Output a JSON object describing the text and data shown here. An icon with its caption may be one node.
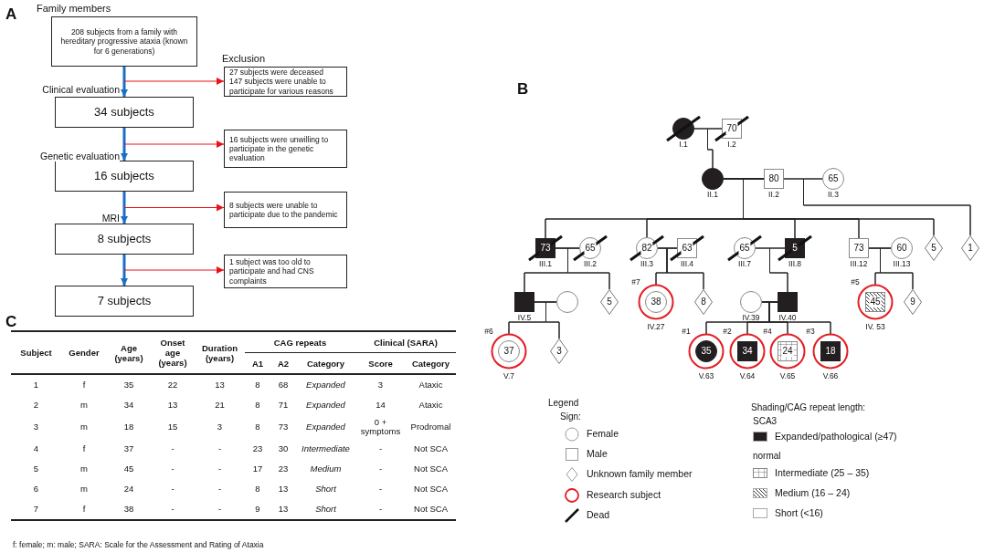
{
  "diagram": {
    "nodes": [
      {
        "text": [
          "Family members",
          "208 subjects from a family with hereditary progressive ataxia (known for 6 generations)"
        ]
      },
      {
        "text": [
          "34 subjects"
        ]
      },
      {
        "text": [
          "16 subjects"
        ]
      },
      {
        "text": [
          "8 subjects"
        ]
      },
      {
        "text": [
          "7 subjects"
        ]
      },
      {
        "text": [
          "Exclusion",
          "27 subjects were deceased",
          "147 subjects were unable to participate for various reasons"
        ]
      },
      {
        "text": [
          "16 subjects were unwilling to participate in the genetic evaluation"
        ]
      },
      {
        "text": [
          "8 subjects were unable to participate due to the pandemic"
        ]
      },
      {
        "text": [
          "1 subject was too old to participate and had CNS complaints"
        ]
      },
      {
        "text": [],
        "shape": "circle",
        "beside": [
          "I.1"
        ]
      },
      {
        "text": [
          "70"
        ],
        "beside": [
          "I.2"
        ]
      },
      {
        "text": [],
        "shape": "circle",
        "beside": [
          "II.1"
        ]
      },
      {
        "text": [
          "80"
        ],
        "beside": [
          "II.2"
        ]
      },
      {
        "text": [
          "65"
        ],
        "beside": [
          "II.3"
        ]
      },
      {
        "text": [
          "73"
        ],
        "beside": [
          "III.1"
        ]
      },
      {
        "text": [
          "65"
        ],
        "beside": [
          "III.2"
        ]
      },
      {
        "text": [
          "82"
        ],
        "beside": [
          "III.3"
        ]
      },
      {
        "text": [
          "63"
        ],
        "beside": [
          "III.4"
        ]
      },
      {
        "text": [
          "65"
        ],
        "beside": [
          "III.7"
        ]
      },
      {
        "text": [
          "5"
        ],
        "beside": [
          "III.8"
        ]
      },
      {
        "text": [
          "73"
        ],
        "beside": [
          "III.12"
        ]
      },
      {
        "text": [
          "60"
        ],
        "beside": [
          "III.13"
        ]
      },
      {
        "text": [
          "5"
        ]
      },
      {
        "text": [
          "1"
        ]
      },
      {
        "text": [],
        "shape": "box",
        "beside": [
          "IV.5"
        ]
      },
      {
        "text": [],
        "shape": "circle"
      },
      {
        "text": [
          "5"
        ]
      },
      {
        "text": [
          "38"
        ],
        "beside": [
          "#7",
          "IV.27"
        ]
      },
      {
        "text": [
          "8"
        ]
      },
      {
        "text": [],
        "shape": "circle",
        "beside": [
          "IV.39"
        ]
      },
      {
        "text": [],
        "shape": "box",
        "beside": [
          "IV.40"
        ]
      },
      {
        "text": [
          "45"
        ],
        "beside": [
          "#5",
          "IV. 53"
        ]
      },
      {
        "text": [
          "9"
        ]
      },
      {
        "text": [
          "37"
        ],
        "beside": [
          "#6",
          "V.7"
        ]
      },
      {
        "text": [
          "3"
        ]
      },
      {
        "text": [
          "35"
        ],
        "beside": [
          "#1",
          "V.63"
        ]
      },
      {
        "text": [
          "34"
        ],
        "beside": [
          "#2",
          "V.64"
        ]
      },
      {
        "text": [
          "24"
        ],
        "beside": [
          "#4",
          "V.65"
        ]
      },
      {
        "text": [
          "18"
        ],
        "beside": [
          "#3",
          "V.66"
        ]
      }
    ],
    "edges": [
      {
        "from": 0,
        "to": 1,
        "arrow": "to",
        "label": "Clinical evaluation",
        "style": "thick",
        "color": "#1a6fc4"
      },
      {
        "from": 1,
        "to": 2,
        "arrow": "to",
        "label": "Genetic evaluation",
        "style": "thick",
        "color": "#1a6fc4"
      },
      {
        "from": 2,
        "to": 3,
        "arrow": "to",
        "label": "MRI",
        "style": "thick",
        "color": "#1a6fc4"
      },
      {
        "from": 3,
        "to": 4,
        "arrow": "to",
        "style": "thick",
        "color": "#1a6fc4"
      },
      {
        "from": null,
        "to": 5,
        "arrow": "to",
        "color": "#e8141b"
      },
      {
        "from": null,
        "to": 6,
        "arrow": "to",
        "color": "#e8141b"
      },
      {
        "from": null,
        "to": 7,
        "arrow": "to",
        "color": "#e8141b"
      },
      {
        "from": null,
        "to": 8,
        "arrow": "to",
        "color": "#e8141b"
      },
      {
        "from": 9,
        "to": 10,
        "arrow": "none"
      },
      {
        "from": 9,
        "to": 11,
        "arrow": "none"
      },
      {
        "from": 10,
        "to": 11,
        "arrow": "none"
      },
      {
        "from": 11,
        "to": 12,
        "arrow": "none"
      },
      {
        "from": 12,
        "to": 13,
        "arrow": "none"
      },
      {
        "from": 11,
        "to": 14,
        "arrow": "none"
      },
      {
        "from": 12,
        "to": 14,
        "arrow": "none"
      },
      {
        "from": 11,
        "to": 16,
        "arrow": "none"
      },
      {
        "from": 12,
        "to": 16,
        "arrow": "none"
      },
      {
        "from": 11,
        "to": 19,
        "arrow": "none"
      },
      {
        "from": 12,
        "to": 19,
        "arrow": "none"
      },
      {
        "from": 11,
        "to": 20,
        "arrow": "none"
      },
      {
        "from": 12,
        "to": 20,
        "arrow": "none"
      },
      {
        "from": 11,
        "to": 22,
        "arrow": "none"
      },
      {
        "from": 12,
        "to": 22,
        "arrow": "none"
      },
      {
        "from": 12,
        "to": 23,
        "arrow": "none"
      },
      {
        "from": 13,
        "to": 23,
        "arrow": "none"
      },
      {
        "from": 14,
        "to": 15,
        "arrow": "none"
      },
      {
        "from": 16,
        "to": 17,
        "arrow": "none"
      },
      {
        "from": 18,
        "to": 19,
        "arrow": "none"
      },
      {
        "from": 20,
        "to": 21,
        "arrow": "none"
      },
      {
        "from": 14,
        "to": 24,
        "arrow": "none"
      },
      {
        "from": 15,
        "to": 24,
        "arrow": "none"
      },
      {
        "from": 14,
        "to": 26,
        "arrow": "none"
      },
      {
        "from": 15,
        "to": 26,
        "arrow": "none"
      },
      {
        "from": 16,
        "to": 27,
        "arrow": "none"
      },
      {
        "from": 17,
        "to": 27,
        "arrow": "none"
      },
      {
        "from": 16,
        "to": 28,
        "arrow": "none"
      },
      {
        "from": 17,
        "to": 28,
        "arrow": "none"
      },
      {
        "from": 18,
        "to": 30,
        "arrow": "none"
      },
      {
        "from": 19,
        "to": 30,
        "arrow": "none"
      },
      {
        "from": 20,
        "to": 31,
        "arrow": "none"
      },
      {
        "from": 21,
        "to": 31,
        "arrow": "none"
      },
      {
        "from": 20,
        "to": 32,
        "arrow": "none"
      },
      {
        "from": 21,
        "to": 32,
        "arrow": "none"
      },
      {
        "from": 24,
        "to": 25,
        "arrow": "none"
      },
      {
        "from": 29,
        "to": 30,
        "arrow": "none"
      },
      {
        "from": 24,
        "to": 33,
        "arrow": "none"
      },
      {
        "from": 25,
        "to": 33,
        "arrow": "none"
      },
      {
        "from": 24,
        "to": 34,
        "arrow": "none"
      },
      {
        "from": 25,
        "to": 34,
        "arrow": "none"
      },
      {
        "from": 29,
        "to": 35,
        "arrow": "none"
      },
      {
        "from": 30,
        "to": 35,
        "arrow": "none"
      },
      {
        "from": 29,
        "to": 36,
        "arrow": "none"
      },
      {
        "from": 30,
        "to": 36,
        "arrow": "none"
      },
      {
        "from": 29,
        "to": 37,
        "arrow": "none"
      },
      {
        "from": 30,
        "to": 37,
        "arrow": "none"
      },
      {
        "from": 29,
        "to": 38,
        "arrow": "none"
      },
      {
        "from": 30,
        "to": 38,
        "arrow": "none"
      }
    ],
    "labels": [
      "A",
      "B",
      "C",
      "Subject",
      "Gender",
      "Age (years)",
      "Onset age (years)",
      "Duration (years)",
      "CAG repeats",
      "Clinical (SARA)",
      "A1",
      "A2",
      "Category",
      "Score",
      "Category",
      "1",
      "f",
      "35",
      "22",
      "13",
      "8",
      "68",
      "Expanded",
      "3",
      "Ataxic",
      "2",
      "m",
      "34",
      "13",
      "21",
      "8",
      "71",
      "Expanded",
      "14",
      "Ataxic",
      "3",
      "m",
      "18",
      "15",
      "3",
      "8",
      "73",
      "Expanded",
      "0 + symptoms",
      "Prodromal",
      "4",
      "f",
      "37",
      "-",
      "-",
      "23",
      "30",
      "Intermediate",
      "-",
      "Not SCA",
      "5",
      "m",
      "45",
      "-",
      "-",
      "17",
      "23",
      "Medium",
      "-",
      "Not SCA",
      "6",
      "m",
      "24",
      "-",
      "-",
      "8",
      "13",
      "Short",
      "-",
      "Not SCA",
      "7",
      "f",
      "38",
      "-",
      "-",
      "9",
      "13",
      "Short",
      "-",
      "Not SCA",
      "f: female; m: male; SARA: Scale for the Assessment and Rating of Ataxia",
      "Legend",
      "Sign:",
      "Shading/CAG repeat length:",
      "SCA3",
      "normal"
    ],
    "legend": [
      {
        "text": "Female"
      },
      {
        "text": "Male"
      },
      {
        "text": "Unknown family member"
      },
      {
        "text": "Research subject"
      },
      {
        "text": "Dead"
      },
      {
        "text": "Expanded/pathological (≥47)",
        "color": "#231f20"
      },
      {
        "text": "Intermediate (25 – 35)"
      },
      {
        "text": "Medium (16 – 24)"
      },
      {
        "text": "Short (<16)",
        "color": "#ffffff"
      }
    ]
  }
}
